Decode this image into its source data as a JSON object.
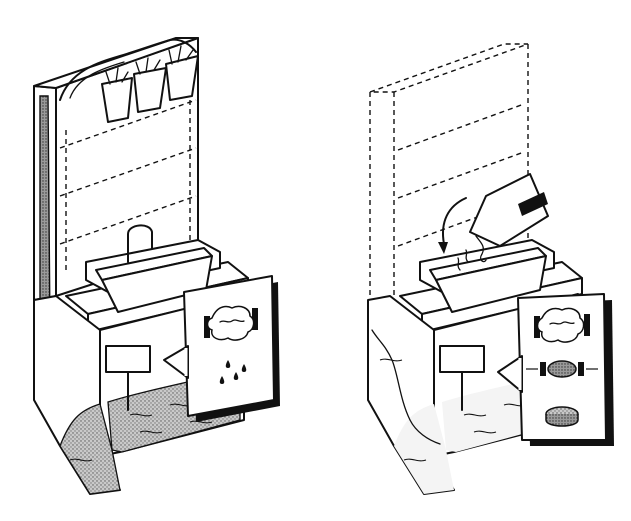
{
  "figure": {
    "panels": [
      {
        "id": "left",
        "has_plants": true,
        "tank_water": "gray",
        "callout_items": [
          "filter-pad-icon",
          "water-drops-icon"
        ]
      },
      {
        "id": "right",
        "has_plants": false,
        "tank_water": "clear",
        "callout_items": [
          "filter-pad-icon",
          "compressed-filter-icon",
          "filter-disc-icon"
        ]
      }
    ],
    "colors": {
      "ink": "#111111",
      "paper": "#ffffff",
      "gray_water": "#8a8a8a"
    }
  }
}
